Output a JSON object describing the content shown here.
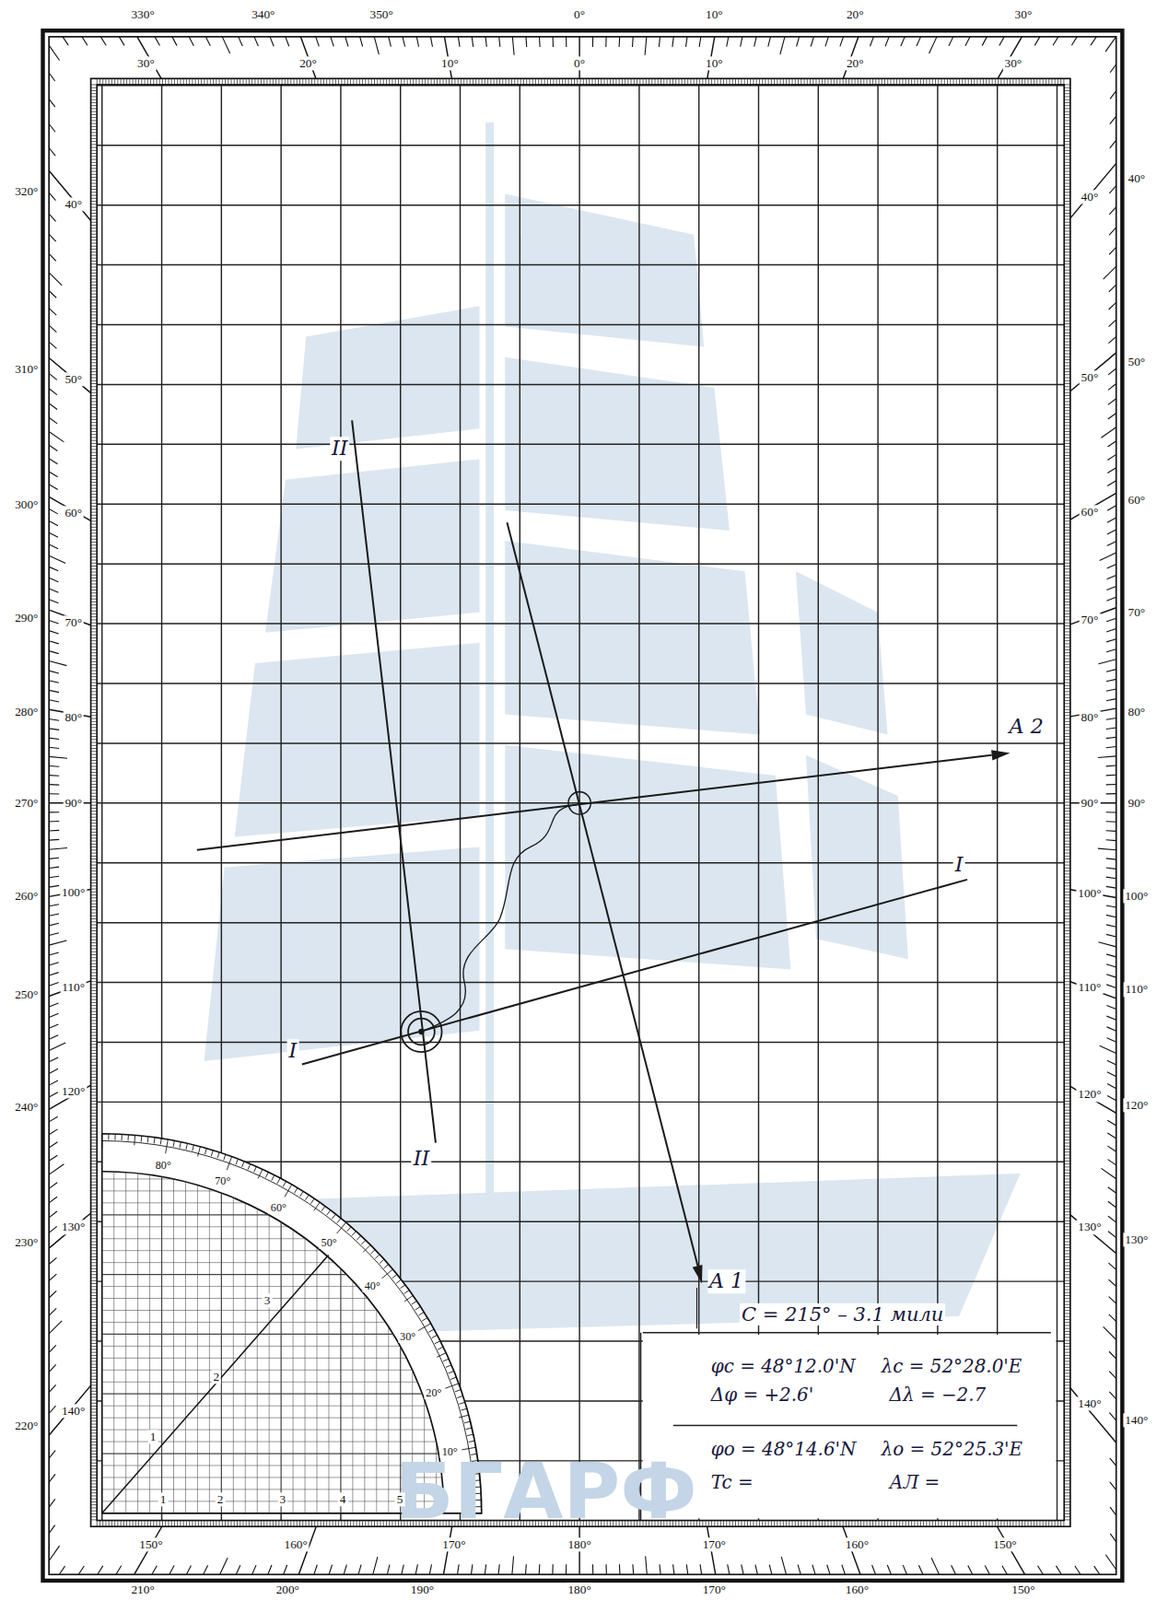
{
  "diagram": {
    "labels": [
      "330°",
      "340°",
      "350°",
      "0°",
      "10°",
      "20°",
      "30°",
      "30°",
      "20°",
      "10°",
      "0°",
      "10°",
      "20°",
      "30°",
      "320°",
      "310°",
      "300°",
      "290°",
      "280°",
      "270°",
      "260°",
      "250°",
      "240°",
      "230°",
      "220°",
      "40°",
      "50°",
      "60°",
      "70°",
      "80°",
      "90°",
      "100°",
      "110°",
      "120°",
      "130°",
      "140°",
      "40°",
      "50°",
      "60°",
      "70°",
      "80°",
      "90°",
      "100°",
      "110°",
      "120°",
      "130°",
      "140°",
      "40°",
      "50°",
      "60°",
      "70°",
      "80°",
      "90°",
      "100°",
      "110°",
      "120°",
      "130°",
      "140°",
      "150°",
      "160°",
      "170°",
      "180°",
      "170°",
      "160°",
      "150°",
      "210°",
      "200°",
      "190°",
      "180°",
      "170°",
      "160°",
      "150°",
      "80°",
      "70°",
      "60°",
      "50°",
      "40°",
      "30°",
      "20°",
      "10°",
      "1",
      "2",
      "3",
      "1",
      "2",
      "3",
      "4",
      "5",
      "II",
      "II",
      "I",
      "I",
      "A 2",
      "A 1",
      "С = 215° – 3.1 мили",
      "φc = 48°12.0'N",
      "λc = 52°28.0'E",
      "Δφ = +2.6'",
      "Δλ = −2.7",
      "φo = 48°14.6'N",
      "λo = 52°25.3'E",
      "Tc =",
      "АЛ =",
      "БГАРФ"
    ]
  }
}
